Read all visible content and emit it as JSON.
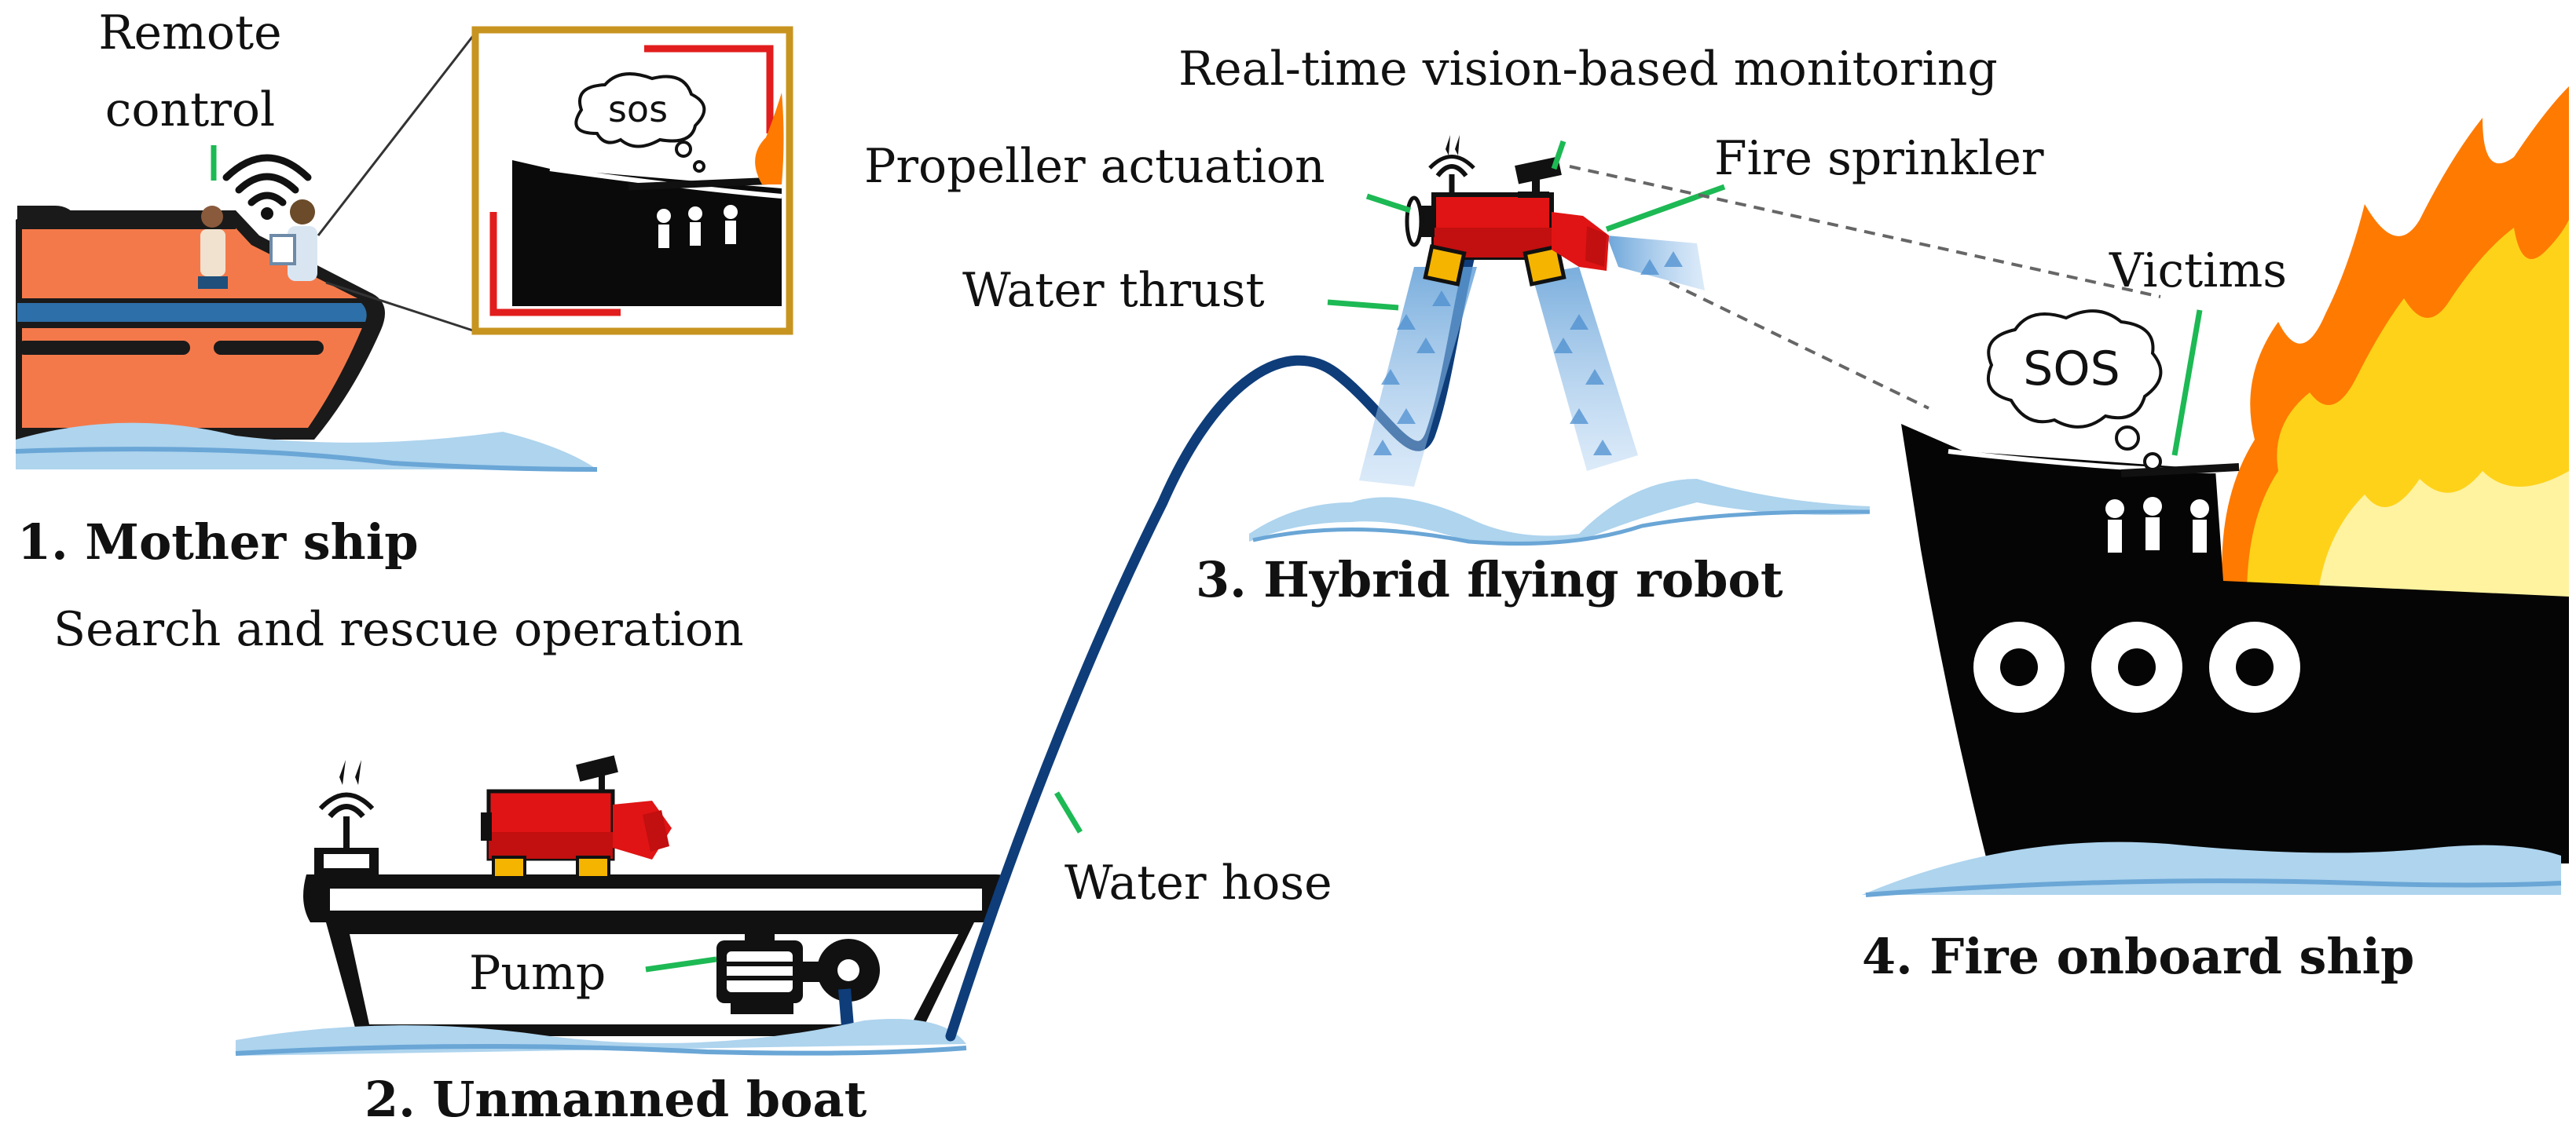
{
  "labels": {
    "remote_control_line1": "Remote",
    "remote_control_line2": "control",
    "mother_ship": "1. Mother ship",
    "search_rescue": "Search and rescue operation",
    "unmanned_boat": "2. Unmanned boat",
    "pump": "Pump",
    "water_hose": "Water hose",
    "realtime_monitoring": "Real-time vision-based monitoring",
    "propeller_actuation": "Propeller actuation",
    "fire_sprinkler": "Fire sprinkler",
    "water_thrust": "Water thrust",
    "hybrid_robot": "3. Hybrid flying robot",
    "victims": "Victims",
    "fire_ship": "4. Fire onboard ship",
    "sos_inset": "sos",
    "sos_ship": "SOS"
  },
  "colors": {
    "callout_line": "#1db954",
    "hose": "#0e3d7a",
    "robot_body": "#e01414",
    "robot_legs": "#f4b400",
    "water": "#aed4ee",
    "mother_hull": "#f4794a",
    "mother_stripe": "#2d6fa8",
    "inset_frame": "#c89420",
    "fire_outer": "#ff7a00",
    "fire_inner": "#ffd21a"
  },
  "icons": [
    "wifi-icon",
    "antenna-icon",
    "camera-icon",
    "propeller-icon",
    "pump-icon",
    "person-icon",
    "thought-bubble-icon",
    "flame-icon",
    "porthole-icon"
  ]
}
